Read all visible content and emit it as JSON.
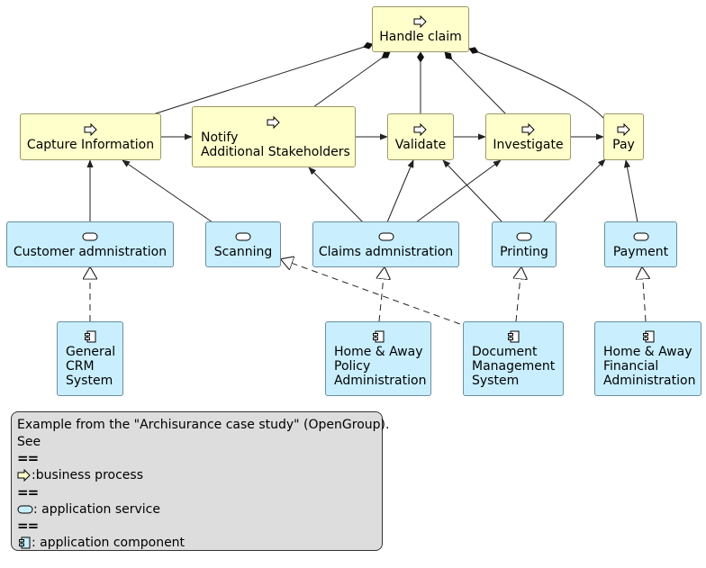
{
  "processes": {
    "handle_claim": "Handle claim",
    "capture": "Capture Information",
    "notify": "Notify\nAdditional Stakeholders",
    "validate": "Validate",
    "investigate": "Investigate",
    "pay": "Pay"
  },
  "services": {
    "customer_admin": "Customer admnistration",
    "scanning": "Scanning",
    "claims_admin": "Claims admnistration",
    "printing": "Printing",
    "payment": "Payment"
  },
  "components": {
    "crm": "General\nCRM\nSystem",
    "policy_admin": "Home & Away\nPolicy\nAdministration",
    "doc_mgmt": "Document\nManagement\nSystem",
    "financial_admin": "Home & Away\nFinancial\nAdministration"
  },
  "legend": {
    "line1": "Example from the \"Archisurance case study\" (OpenGroup).",
    "line2": "See",
    "sep": "==",
    "process_label": ":business process",
    "service_label": ": application service",
    "component_label": ": application component"
  },
  "colors": {
    "process_fill": "#ffffcc",
    "service_fill": "#c9efff",
    "legend_fill": "#dddddd"
  },
  "icons": {
    "process": "arrow-right-icon",
    "service": "rounded-rect-icon",
    "component": "component-icon"
  }
}
